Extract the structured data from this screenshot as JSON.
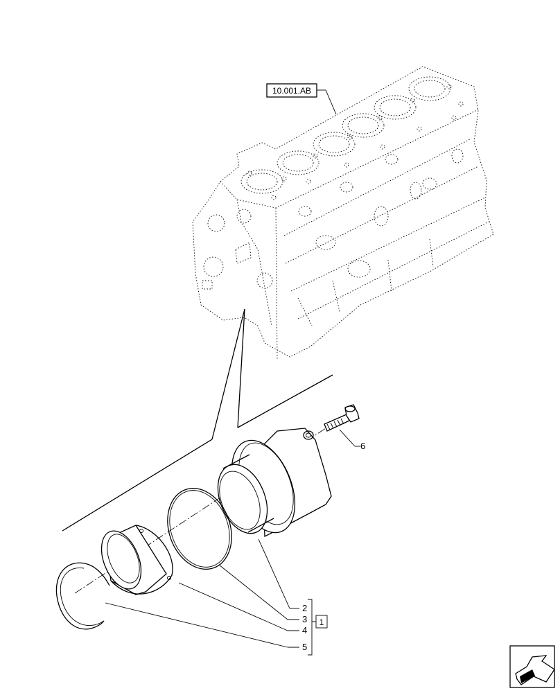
{
  "reference_label": "10.001.AB",
  "callouts": {
    "c2": "2",
    "c3": "3",
    "c4": "4",
    "c5": "5",
    "c6": "6",
    "kit": "1"
  },
  "nav_icon": "next-page-arrow-icon"
}
